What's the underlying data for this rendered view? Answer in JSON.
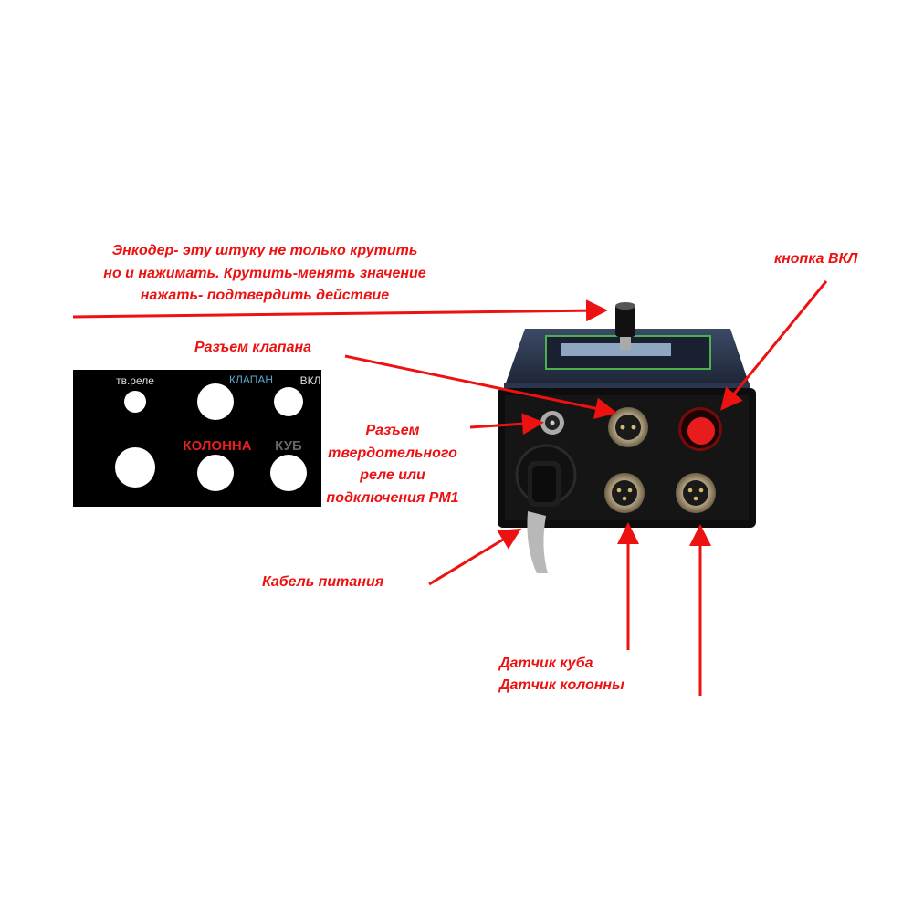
{
  "annotations": {
    "encoder": [
      "Энкодер- эту штуку не только крутить",
      "но и нажимать. Крутить-менять значение",
      "нажать- подтвердить действие"
    ],
    "power_button": "кнопка ВКЛ",
    "valve_connector": "Разъем клапана",
    "relay_connector": [
      "Разъем",
      "твердотельного",
      "реле или",
      "подключения РМ1"
    ],
    "power_cable": "Кабель питания",
    "cube_sensor": "Датчик куба",
    "column_sensor": "Датчик колонны"
  },
  "panel_plate": {
    "relay": "тв.реле",
    "valve": "КЛАПАН",
    "power": "ВКЛ",
    "column": "КОЛОННА",
    "cube": "КУБ"
  },
  "colors": {
    "annotation": "#ee1111",
    "arrow": "#ee1111",
    "valve_label": "#5aa6c8",
    "column_label": "#e52020",
    "cube_label": "#555555"
  }
}
